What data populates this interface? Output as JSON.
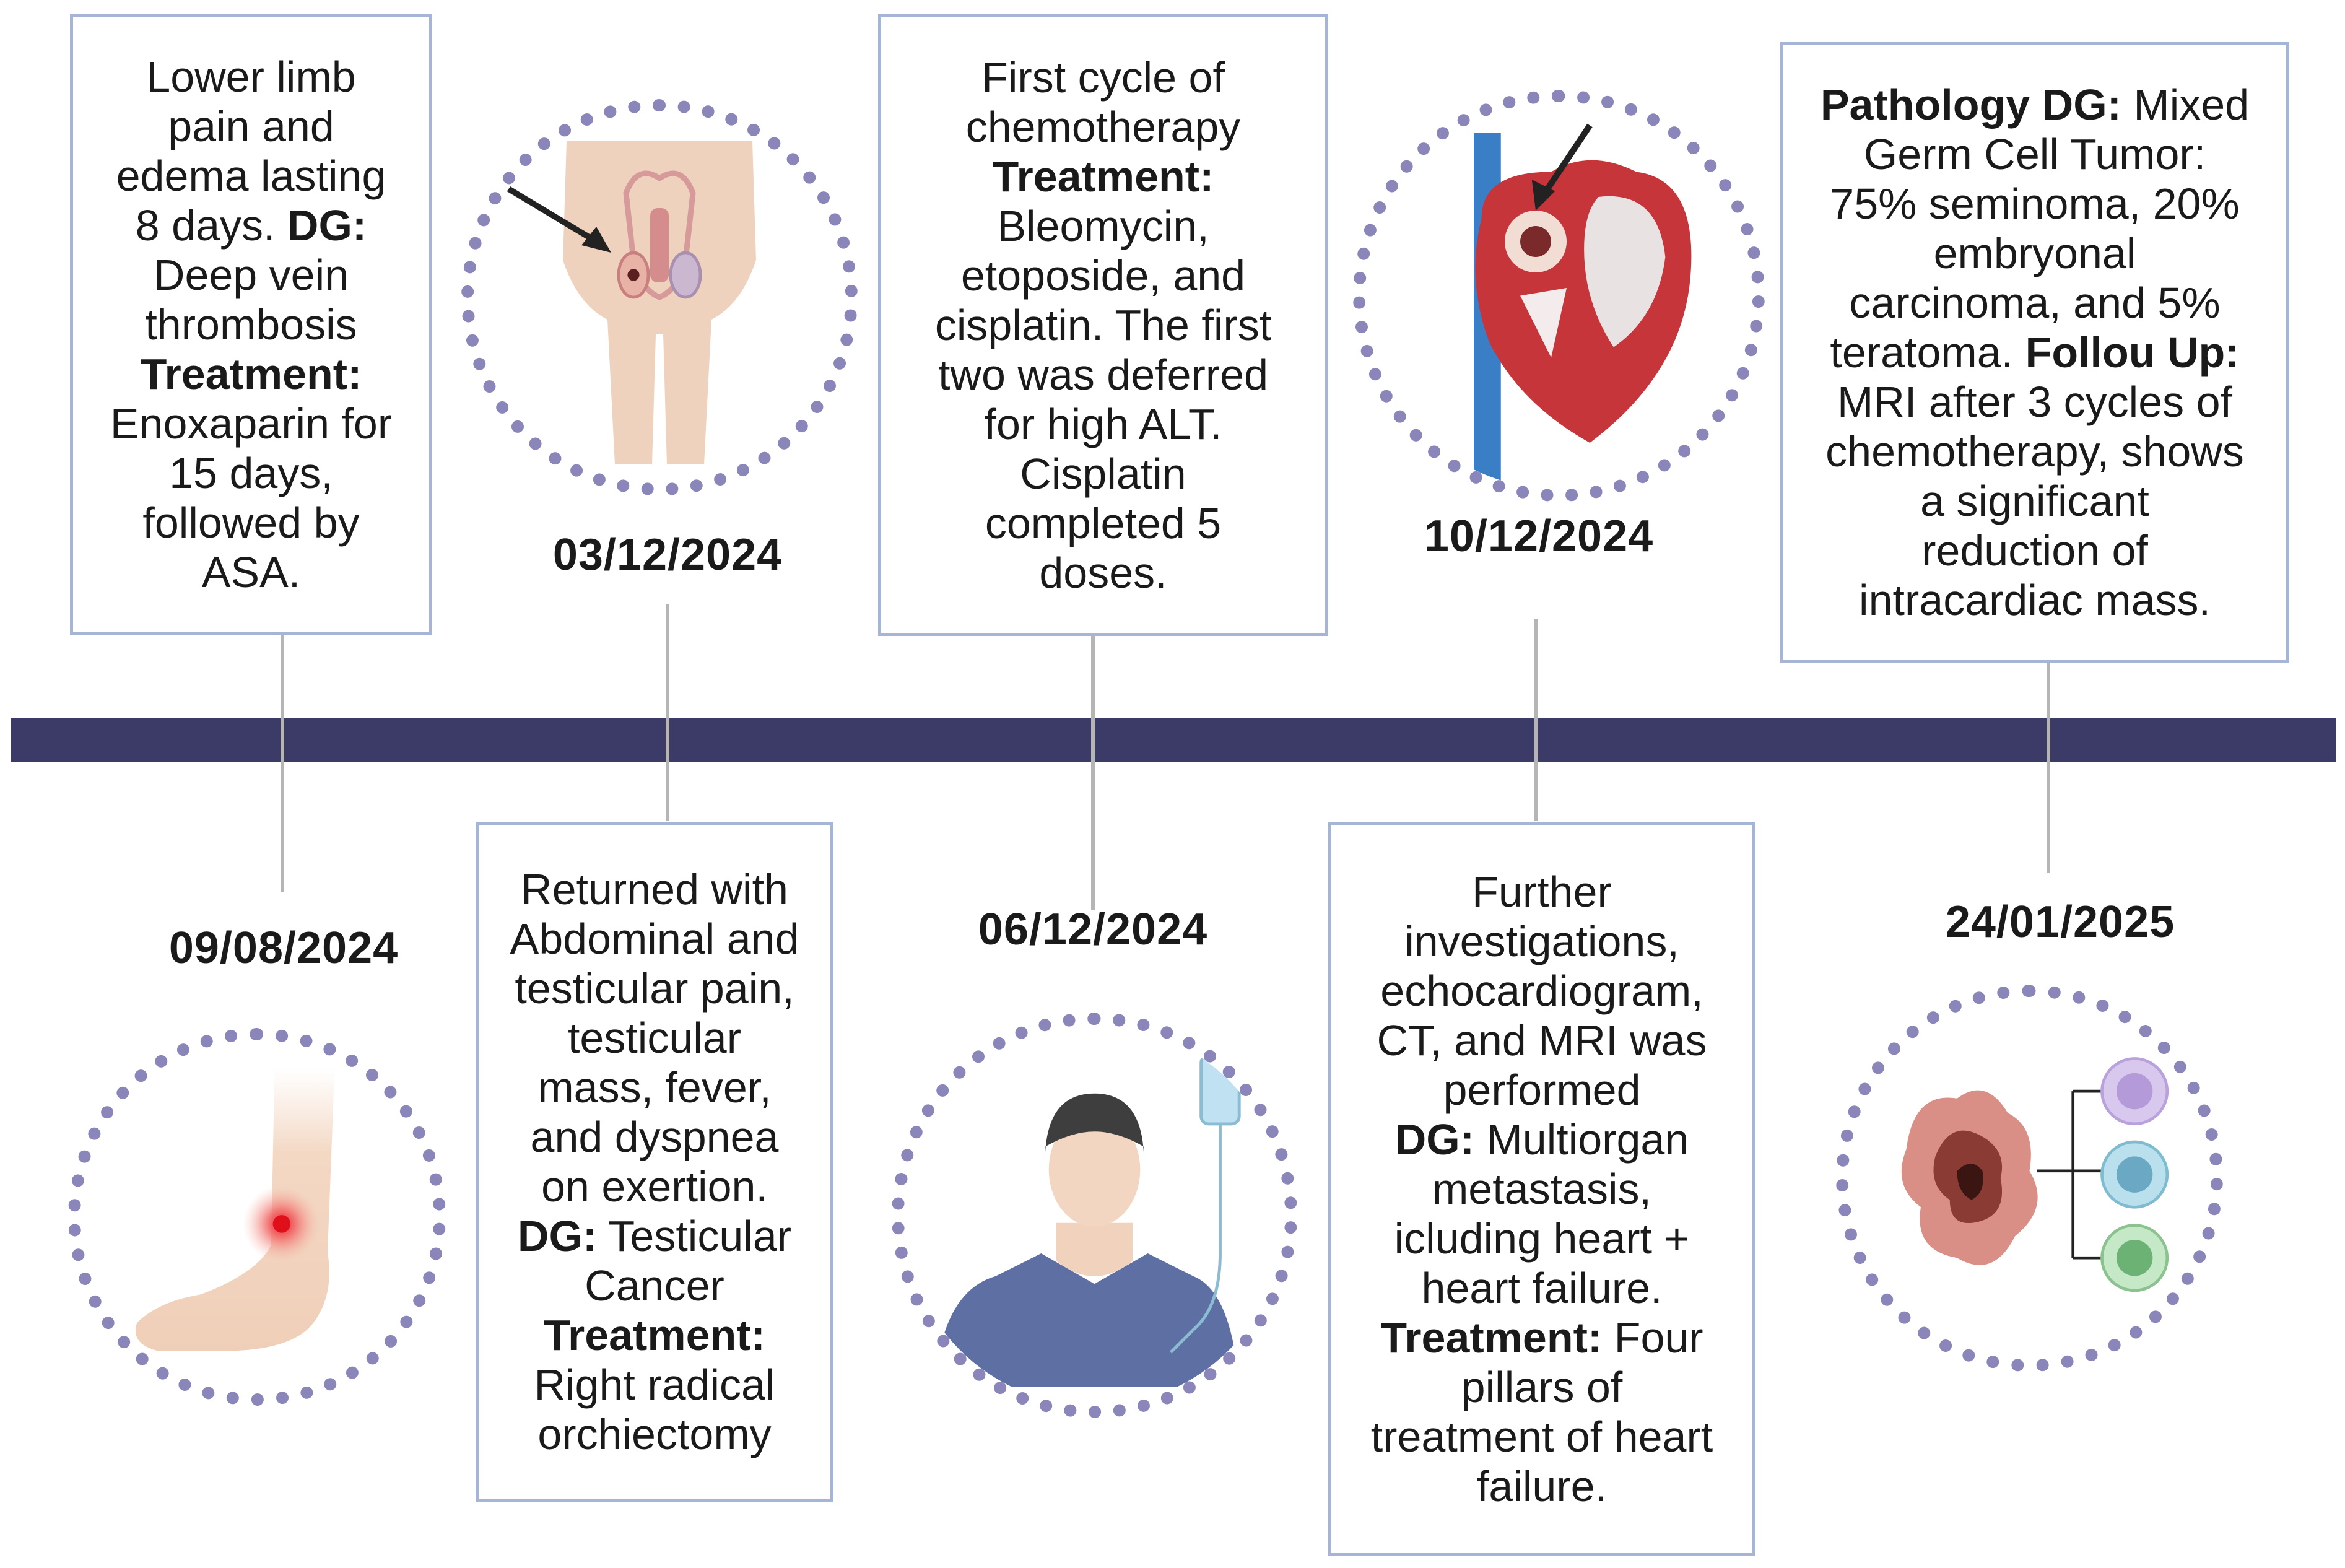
{
  "events": [
    {
      "date": "09/08/2024",
      "lines": [
        {
          "t": "Lower limb\npain and\nedema lasting\n8 days. "
        },
        {
          "t": "DG:",
          "bold": true
        },
        {
          "t": "\nDeep vein\nthrombosis\n"
        },
        {
          "t": "Treatment:",
          "bold": true
        },
        {
          "t": "\nEnoxaparin for\n15 days,\nfollowed by\nASA."
        }
      ],
      "icon": "leg-ankle-pain-icon"
    },
    {
      "date": "03/12/2024",
      "lines": [
        {
          "t": "Returned with\nAbdominal and\ntesticular pain,\ntesticular\nmass, fever,\nand dyspnea\non exertion.\n"
        },
        {
          "t": "DG:",
          "bold": true
        },
        {
          "t": " Testicular\nCancer\n"
        },
        {
          "t": "Treatment:",
          "bold": true
        },
        {
          "t": "\nRight radical\norchiectomy"
        }
      ],
      "icon": "testicular-anatomy-icon"
    },
    {
      "date": "06/12/2024",
      "lines": [
        {
          "t": "First cycle of\nchemotherapy\n"
        },
        {
          "t": "Treatment:",
          "bold": true
        },
        {
          "t": "\nBleomycin,\netoposide, and\ncisplatin. The first\ntwo was deferred\nfor high ALT.\nCisplatin\ncompleted 5\ndoses."
        }
      ],
      "icon": "chemotherapy-patient-icon"
    },
    {
      "date": "10/12/2024",
      "lines": [
        {
          "t": "Further\ninvestigations,\nechocardiogram,\nCT, and MRI was\nperformed\n"
        },
        {
          "t": "DG:",
          "bold": true
        },
        {
          "t": " Multiorgan\nmetastasis,\nicluding heart +\nheart failure.\n"
        },
        {
          "t": "Treatment:",
          "bold": true
        },
        {
          "t": " Four\npillars of\ntreatment of heart\nfailure."
        }
      ],
      "icon": "heart-mass-icon"
    },
    {
      "date": "24/01/2025",
      "lines": [
        {
          "t": "Pathology DG:",
          "bold": true
        },
        {
          "t": " Mixed\nGerm Cell Tumor:\n75% seminoma, 20%\nembryonal\ncarcinoma, and 5%\nteratoma. "
        },
        {
          "t": "Follou Up:",
          "bold": true
        },
        {
          "t": "\nMRI  after 3 cycles of\nchemotherapy, shows\na significant\nreduction of\nintracardiac mass."
        }
      ],
      "icon": "tumor-cells-icon"
    }
  ],
  "colors": {
    "timeline_bar": "#3c3a66",
    "box_border": "#a6b4d6",
    "circle_dots": "#8b86b9",
    "stem": "#b5b5b5"
  }
}
